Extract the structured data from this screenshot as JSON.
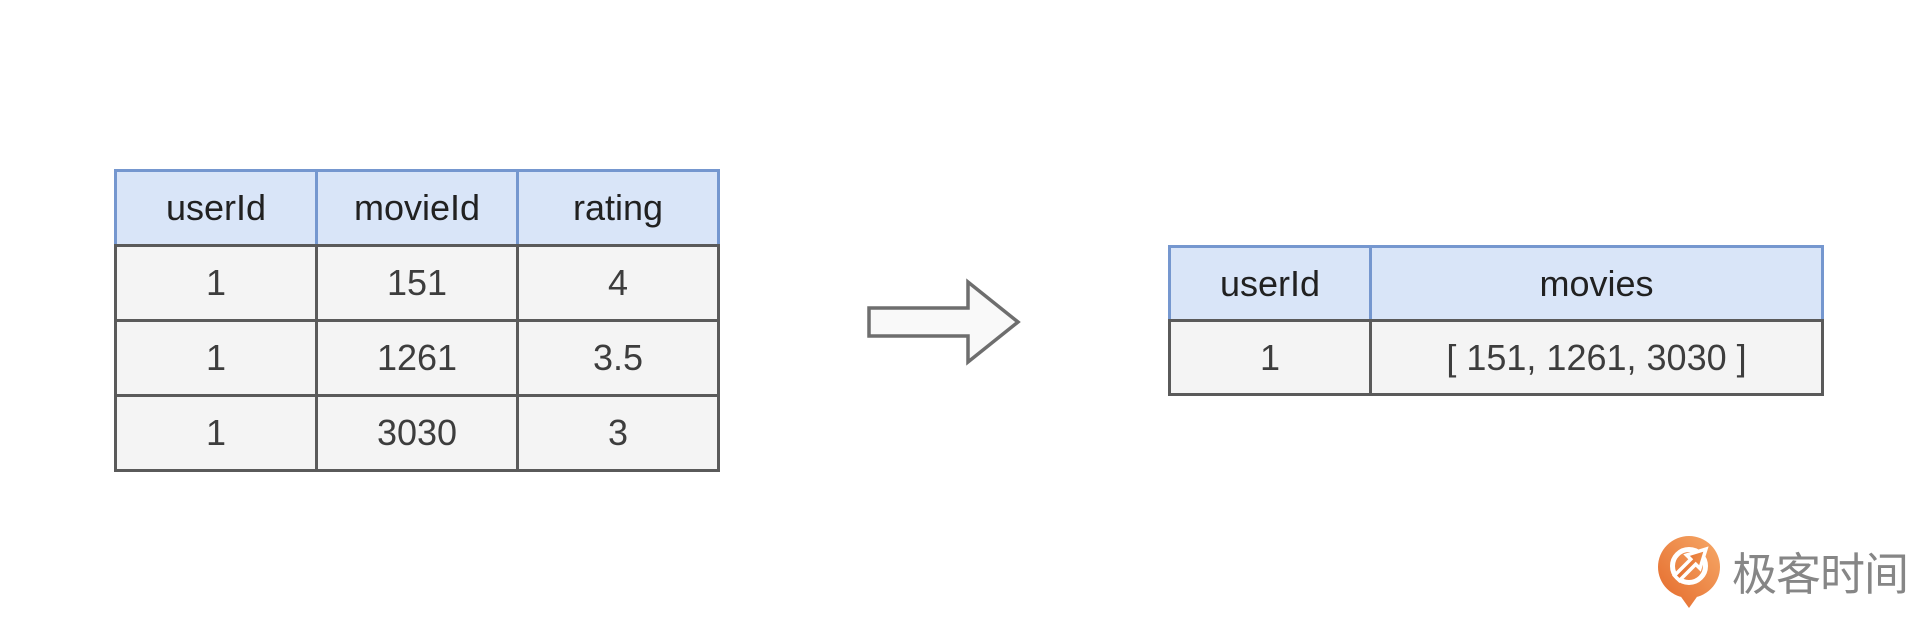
{
  "left_table": {
    "columns": [
      "userId",
      "movieId",
      "rating"
    ],
    "rows": [
      [
        "1",
        "151",
        "4"
      ],
      [
        "1",
        "1261",
        "3.5"
      ],
      [
        "1",
        "3030",
        "3"
      ]
    ]
  },
  "transform_arrow": {
    "icon": "right-arrow-icon"
  },
  "right_table": {
    "columns": [
      "userId",
      "movies"
    ],
    "rows": [
      [
        "1",
        "[ 151, 1261, 3030 ]"
      ]
    ]
  },
  "logo": {
    "text": "极客时间",
    "icon": "geektime-logo-icon"
  },
  "colors": {
    "header_fill": "#d9e5f8",
    "header_border": "#7597cf",
    "cell_fill": "#f4f4f4",
    "cell_border": "#5a5a5a",
    "arrow_fill": "#f9f9f9",
    "arrow_stroke": "#6e6e6e",
    "brand_orange": "#ed7d33",
    "logo_text_gray": "#868686"
  }
}
